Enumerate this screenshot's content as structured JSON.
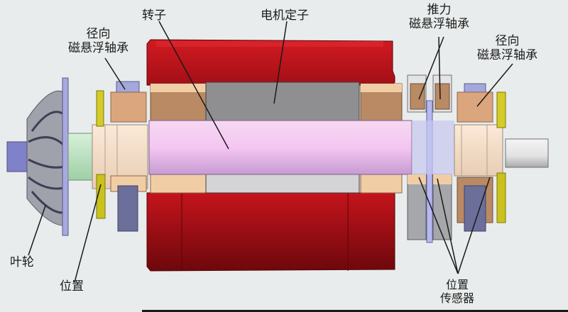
{
  "diagram": {
    "subject": "magnetic bearing motor cross-section",
    "colors": {
      "background": "#e9ecec",
      "stator_housing": "#b5121b",
      "stator_housing_dark": "#7a0a0e",
      "stator_core": "#8f8f92",
      "stator_core_light": "#d4d4d6",
      "rotor": "#f2c8f0",
      "coil": "#d9a47a",
      "coil_light": "#f3c99b",
      "bearing_stator": "#7d80a8",
      "sensor_yellow": "#c9c21c",
      "shaft_end": "#d8d8d8",
      "impeller": "#8e8fa0",
      "impeller_hub": "#b6b8e0",
      "green_sleeve": "#bfe3c3"
    },
    "labels": {
      "radial_bearing_left": {
        "line1": "径向",
        "line2": "磁悬浮轴承"
      },
      "rotor": "转子",
      "motor_stator": "电机定子",
      "thrust_bearing": {
        "line1": "推力",
        "line2": "磁悬浮轴承"
      },
      "radial_bearing_right": {
        "line1": "径向",
        "line2": "磁悬浮轴承"
      },
      "impeller": "叶轮",
      "position_left": "位置",
      "position_sensor": {
        "line1": "位置",
        "line2": "传感器"
      }
    }
  }
}
